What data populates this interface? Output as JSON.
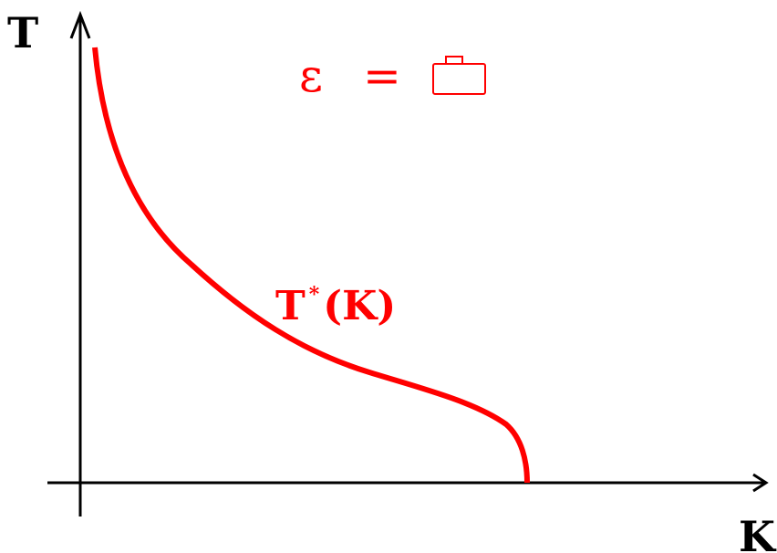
{
  "diagram": {
    "y_axis_label": "T",
    "x_axis_label": "K",
    "curve_label_main": "T",
    "curve_label_sup": "*",
    "curve_label_arg": "(K)",
    "equation_symbol": "ε",
    "equation_operator": "=",
    "equation_object": "briefcase-icon"
  },
  "colors": {
    "axis": "#000000",
    "curve": "#ff0000",
    "equation": "#ff0000"
  }
}
